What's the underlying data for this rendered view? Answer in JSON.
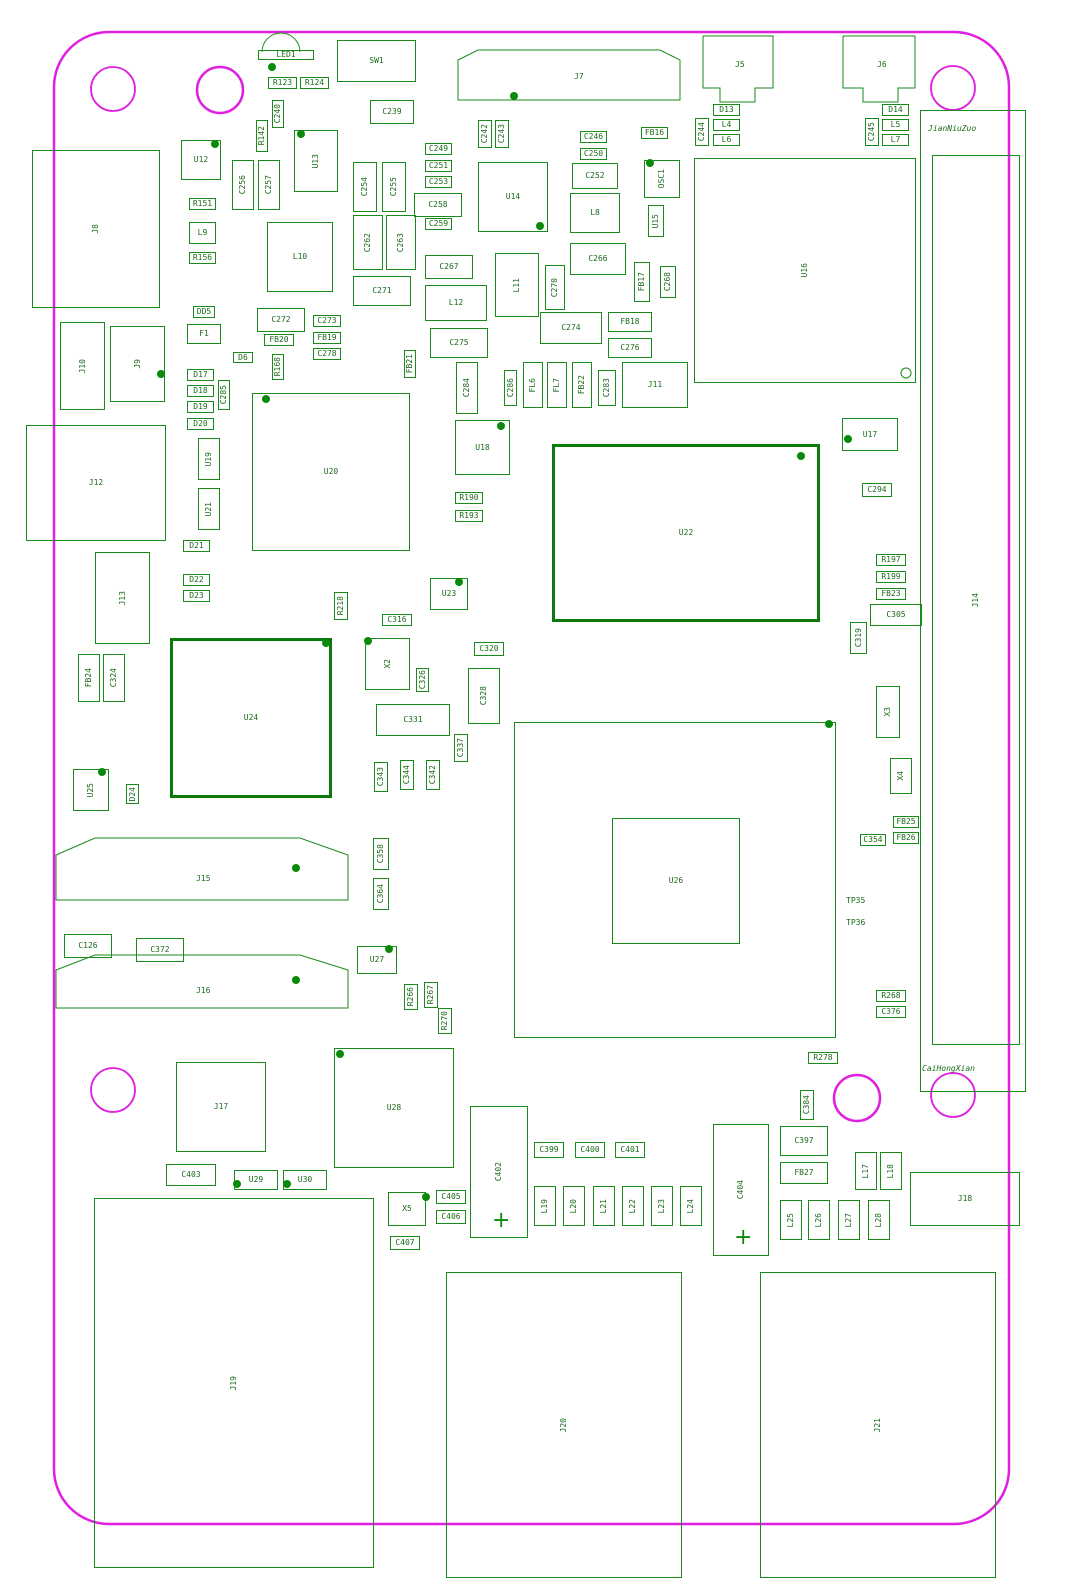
{
  "board": {
    "outline_color": "#e020e0",
    "silk_color": "#1a8a1a",
    "labels": {
      "top_right": "JianNiuZuo",
      "bottom_right": "CaiHongXian"
    },
    "tp": [
      "TP35",
      "TP36"
    ]
  },
  "components": {
    "LED1": "LED1",
    "SW1": "SW1",
    "J7": "J7",
    "J5": "J5",
    "J6": "J6",
    "R123": "R123",
    "R124": "R124",
    "C239": "C239",
    "C240": "C240",
    "R142": "R142",
    "U12": "U12",
    "U13": "U13",
    "C256": "C256",
    "C257": "C257",
    "D13": "D13",
    "L4": "L4",
    "L6": "L6",
    "D14": "D14",
    "L5": "L5",
    "L7": "L7",
    "C244": "C244",
    "C245": "C245",
    "FB16": "FB16",
    "OSC1": "OSC1",
    "C242": "C242",
    "C243": "C243",
    "C246": "C246",
    "C250": "C250",
    "C249": "C249",
    "C251": "C251",
    "C253": "C253",
    "C252": "C252",
    "U14": "U14",
    "L8": "L8",
    "U15": "U15",
    "U16": "U16",
    "C254": "C254",
    "C255": "C255",
    "C258": "C258",
    "C259": "C259",
    "J8": "J8",
    "R151": "R151",
    "L9": "L9",
    "R156": "R156",
    "L10": "L10",
    "C262": "C262",
    "C263": "C263",
    "C267": "C267",
    "L11": "L11",
    "C270": "C270",
    "C266": "C266",
    "FB17": "FB17",
    "C268": "C268",
    "C271": "C271",
    "L12": "L12",
    "C274": "C274",
    "FB18": "FB18",
    "C276": "C276",
    "C275": "C275",
    "DD5": "DD5",
    "F1": "F1",
    "C272": "C272",
    "C273": "C273",
    "FB20": "FB20",
    "FB19": "FB19",
    "C278": "C278",
    "J10": "J10",
    "J9": "J9",
    "D17": "D17",
    "D18": "D18",
    "D19": "D19",
    "D20": "D20",
    "D6": "D6",
    "R168": "R168",
    "FB21": "FB21",
    "C284": "C284",
    "C286": "C286",
    "FL6": "FL6",
    "FL7": "FL7",
    "FB22": "FB22",
    "C283": "C283",
    "J11": "J11",
    "J12": "J12",
    "U19": "U19",
    "U21": "U21",
    "C285": "C285",
    "U20": "U20",
    "U18": "U18",
    "R190": "R190",
    "R193": "R193",
    "U22": "U22",
    "U17": "U17",
    "C294": "C294",
    "D21": "D21",
    "D22": "D22",
    "D23": "D23",
    "J13": "J13",
    "J14": "J14",
    "R197": "R197",
    "R199": "R199",
    "FB23": "FB23",
    "C305": "C305",
    "C319": "C319",
    "U23": "U23",
    "R218": "R218",
    "C316": "C316",
    "X2": "X2",
    "C320": "C320",
    "U24": "U24",
    "FB24": "FB24",
    "C324": "C324",
    "C326": "C326",
    "C328": "C328",
    "C331": "C331",
    "C337": "C337",
    "C343": "C343",
    "C344": "C344",
    "C342": "C342",
    "X3": "X3",
    "X4": "X4",
    "FB25": "FB25",
    "FB26": "FB26",
    "C354": "C354",
    "U25": "U25",
    "D24": "D24",
    "C358": "C358",
    "C364": "C364",
    "J15": "J15",
    "U26": "U26",
    "C126": "C126",
    "C372": "C372",
    "U27": "U27",
    "J16": "J16",
    "R266": "R266",
    "R267": "R267",
    "R270": "R270",
    "R268": "R268",
    "C376": "C376",
    "R278": "R278",
    "J17": "J17",
    "U28": "U28",
    "C402": "C402",
    "C399": "C399",
    "C400": "C400",
    "C401": "C401",
    "C404": "C404",
    "C397": "C397",
    "C384": "C384",
    "FB27": "FB27",
    "L17": "L17",
    "L18": "L18",
    "C403": "C403",
    "U29": "U29",
    "U30": "U30",
    "X5": "X5",
    "C405": "C405",
    "C406": "C406",
    "C407": "C407",
    "J18": "J18",
    "L19": "L19",
    "L20": "L20",
    "L21": "L21",
    "L22": "L22",
    "L23": "L23",
    "L24": "L24",
    "L25": "L25",
    "L26": "L26",
    "L27": "L27",
    "L28": "L28",
    "J19": "J19",
    "J20": "J20",
    "J21": "J21"
  }
}
